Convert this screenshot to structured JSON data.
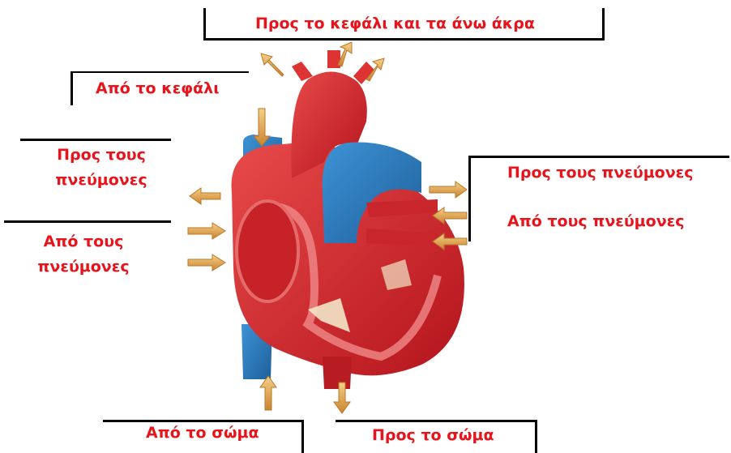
{
  "labels": {
    "head_and_upper_limbs": "Προς το κεφάλι και τα άνω άκρα",
    "from_head": "Από το κεφάλι",
    "to_lungs_left_line1": "Προς τους",
    "to_lungs_left_line2": "πνεύμονες",
    "from_lungs_left_line1": "Από τους",
    "from_lungs_left_line2": "πνεύμονες",
    "to_lungs_right": "Προς τους πνεύμονες",
    "from_lungs_right": "Από τους πνεύμονες",
    "from_body": "Από το σώμα",
    "to_body": "Προς το σώμα"
  },
  "colors": {
    "label": "#e8141c",
    "oxygenated": "#d8232a",
    "deoxygenated": "#2f7fc0",
    "arrow": "#e3a852"
  }
}
